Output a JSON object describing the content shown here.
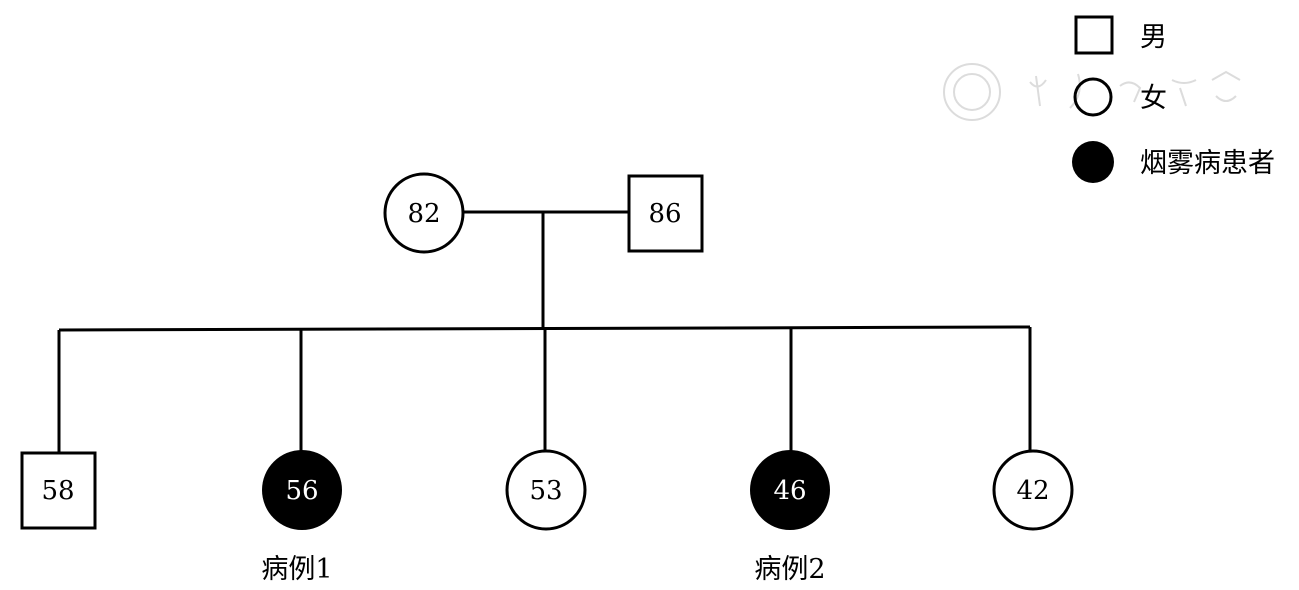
{
  "watermark": {
    "text": "中华医学会"
  },
  "legend": {
    "male": "男",
    "female": "女",
    "affected": "烟雾病患者"
  },
  "generation1": {
    "mother": {
      "age": "82",
      "sex": "female",
      "affected": false
    },
    "father": {
      "age": "86",
      "sex": "male",
      "affected": false
    }
  },
  "generation2": [
    {
      "age": "58",
      "sex": "male",
      "affected": false,
      "label": ""
    },
    {
      "age": "56",
      "sex": "female",
      "affected": true,
      "label": "病例1"
    },
    {
      "age": "53",
      "sex": "female",
      "affected": false,
      "label": ""
    },
    {
      "age": "46",
      "sex": "female",
      "affected": true,
      "label": "病例2"
    },
    {
      "age": "42",
      "sex": "female",
      "affected": false,
      "label": ""
    }
  ],
  "colors": {
    "line": "#000000",
    "affected_fill": "#000000",
    "unaffected_fill": "#ffffff"
  }
}
